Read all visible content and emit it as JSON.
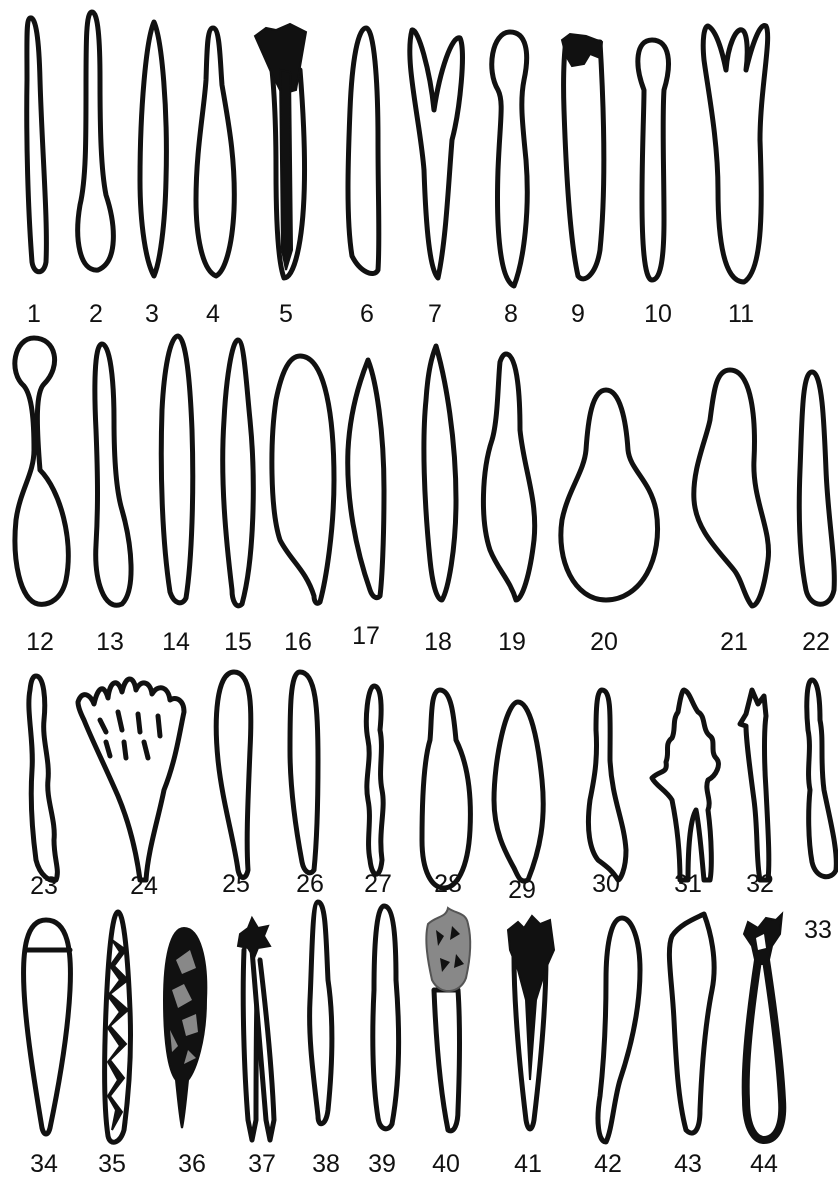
{
  "labels": [
    "1",
    "2",
    "3",
    "4",
    "5",
    "6",
    "7",
    "8",
    "9",
    "10",
    "11",
    "12",
    "13",
    "14",
    "15",
    "16",
    "17",
    "18",
    "19",
    "20",
    "21",
    "22",
    "23",
    "24",
    "25",
    "26",
    "27",
    "28",
    "29",
    "30",
    "31",
    "32",
    "33",
    "34",
    "35",
    "36",
    "37",
    "38",
    "39",
    "40",
    "41",
    "42",
    "43",
    "44"
  ],
  "colors": {
    "ink": "#111111",
    "paper": "#ffffff",
    "grey": "#888888"
  }
}
